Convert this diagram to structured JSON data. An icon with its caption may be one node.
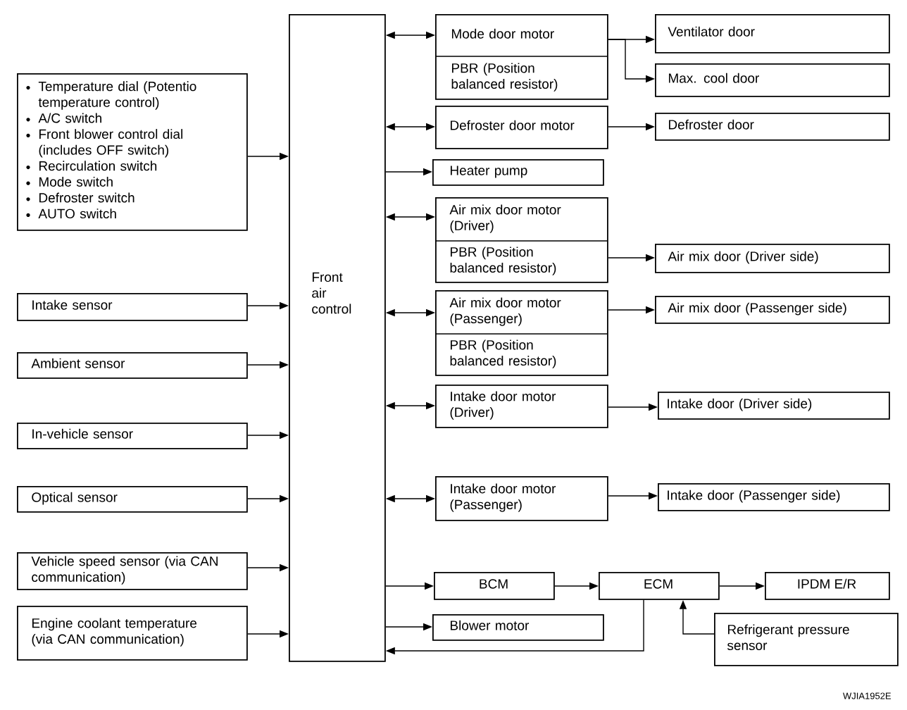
{
  "diagram": {
    "nodes": [
      {
        "text": [
          "Temperature dial (Potentio temperature control)",
          "A/C switch",
          "Front blower control dial (includes OFF switch)",
          "Recirculation switch",
          "Mode switch",
          "Defroster switch",
          "AUTO switch"
        ]
      },
      {
        "text": [
          "Intake sensor"
        ]
      },
      {
        "text": [
          "Ambient sensor"
        ]
      },
      {
        "text": [
          "In-vehicle sensor"
        ]
      },
      {
        "text": [
          "Optical sensor"
        ]
      },
      {
        "text": [
          "Vehicle speed sensor (via CAN communication)"
        ]
      },
      {
        "text": [
          "Engine coolant temperature (via CAN communication)"
        ]
      },
      {
        "text": [
          "Front air control"
        ]
      },
      {
        "text": [
          "Mode door motor",
          "PBR (Position balanced resistor)"
        ]
      },
      {
        "text": [
          "Ventilator door"
        ]
      },
      {
        "text": [
          "Max. cool door"
        ]
      },
      {
        "text": [
          "Defroster door motor"
        ]
      },
      {
        "text": [
          "Defroster door"
        ]
      },
      {
        "text": [
          "Heater pump"
        ]
      },
      {
        "text": [
          "Air mix door motor (Driver)",
          "PBR (Position balanced resistor)"
        ]
      },
      {
        "text": [
          "Air mix door (Driver side)"
        ]
      },
      {
        "text": [
          "Air mix door motor (Passenger)",
          "PBR (Position balanced resistor)"
        ]
      },
      {
        "text": [
          "Air mix door (Passenger side)"
        ]
      },
      {
        "text": [
          "Intake door motor (Driver)"
        ]
      },
      {
        "text": [
          "Intake door (Driver side)"
        ]
      },
      {
        "text": [
          "Intake door motor (Passenger)"
        ]
      },
      {
        "text": [
          "Intake door (Passenger side)"
        ]
      },
      {
        "text": [
          "BCM"
        ]
      },
      {
        "text": [
          "ECM"
        ]
      },
      {
        "text": [
          "IPDM E/R"
        ]
      },
      {
        "text": [
          "Blower motor"
        ]
      },
      {
        "text": [
          "Refrigerant pressure sensor"
        ]
      }
    ],
    "edges": [
      {
        "from": 0,
        "to": 7,
        "arrow": "to"
      },
      {
        "from": 1,
        "to": 7,
        "arrow": "to"
      },
      {
        "from": 2,
        "to": 7,
        "arrow": "to"
      },
      {
        "from": 3,
        "to": 7,
        "arrow": "to"
      },
      {
        "from": 4,
        "to": 7,
        "arrow": "to"
      },
      {
        "from": 5,
        "to": 7,
        "arrow": "to"
      },
      {
        "from": 6,
        "to": 7,
        "arrow": "to"
      },
      {
        "from": 7,
        "to": 8,
        "arrow": "both"
      },
      {
        "from": 8,
        "to": 9,
        "arrow": "to"
      },
      {
        "from": 8,
        "to": 10,
        "arrow": "to"
      },
      {
        "from": 7,
        "to": 11,
        "arrow": "both"
      },
      {
        "from": 11,
        "to": 12,
        "arrow": "to"
      },
      {
        "from": 7,
        "to": 13,
        "arrow": "to"
      },
      {
        "from": 7,
        "to": 14,
        "arrow": "both"
      },
      {
        "from": 14,
        "to": 15,
        "arrow": "to"
      },
      {
        "from": 7,
        "to": 16,
        "arrow": "both"
      },
      {
        "from": 16,
        "to": 17,
        "arrow": "to"
      },
      {
        "from": 7,
        "to": 18,
        "arrow": "both"
      },
      {
        "from": 18,
        "to": 19,
        "arrow": "to"
      },
      {
        "from": 7,
        "to": 20,
        "arrow": "both"
      },
      {
        "from": 20,
        "to": 21,
        "arrow": "to"
      },
      {
        "from": 7,
        "to": 22,
        "arrow": "to"
      },
      {
        "from": 22,
        "to": 23,
        "arrow": "to"
      },
      {
        "from": 23,
        "to": 24,
        "arrow": "to"
      },
      {
        "from": 7,
        "to": 25,
        "arrow": "to"
      },
      {
        "from": 26,
        "to": 23,
        "arrow": "to"
      },
      {
        "from": 23,
        "to": 7,
        "arrow": "to"
      }
    ],
    "labels": [
      "WJIA1952E"
    ]
  }
}
